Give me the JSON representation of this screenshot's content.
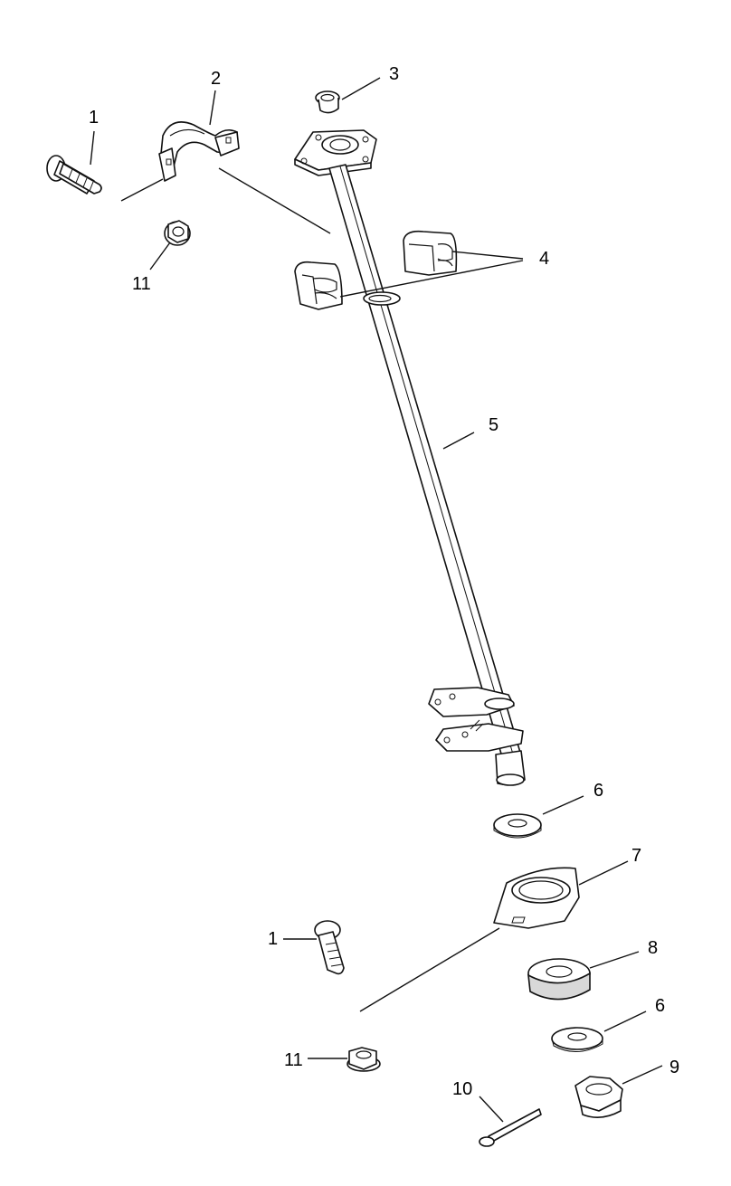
{
  "callouts": {
    "c1a": "1",
    "c2": "2",
    "c3": "3",
    "c4": "4",
    "c5": "5",
    "c11a": "11",
    "c6a": "6",
    "c7": "7",
    "c1b": "1",
    "c8": "8",
    "c6b": "6",
    "c9": "9",
    "c10": "10",
    "c11b": "11"
  },
  "colors": {
    "line": "#111111",
    "background": "#ffffff"
  }
}
